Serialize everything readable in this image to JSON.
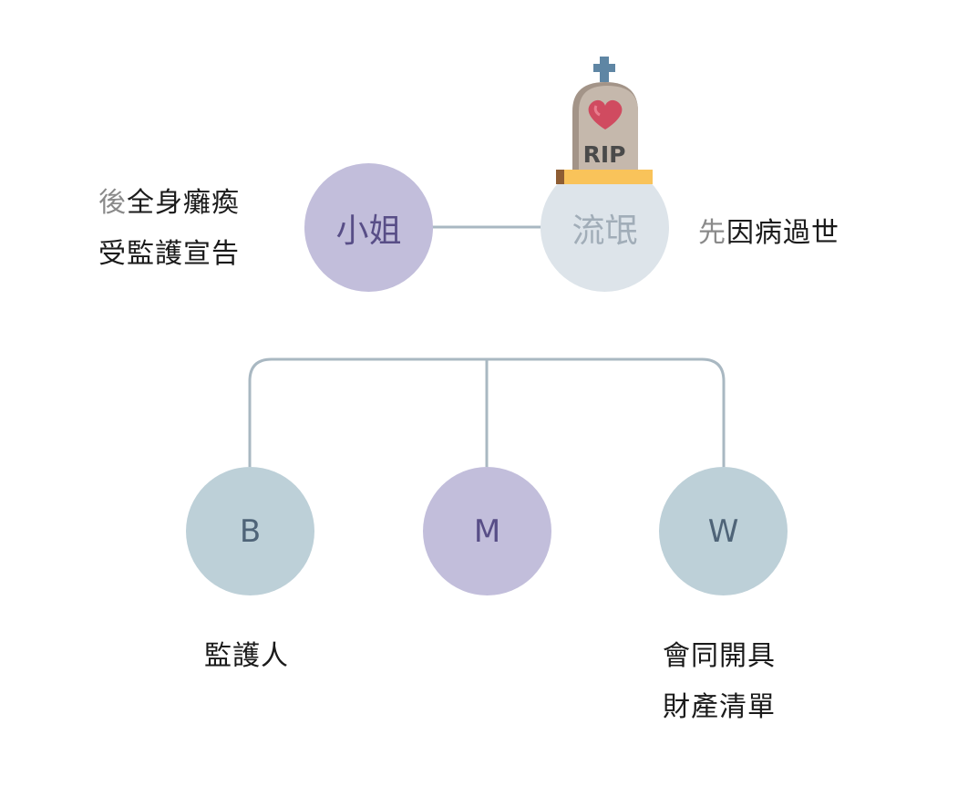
{
  "diagram": {
    "top_couple": {
      "left_person": {
        "label": "小姐"
      },
      "right_person": {
        "label": "流氓"
      }
    },
    "left_note": {
      "line1_lead": "後",
      "line1_rest": "全身癱瘓",
      "line2": "受監護宣告"
    },
    "right_note": {
      "lead": "先",
      "rest": "因病過世"
    },
    "tombstone": {
      "text": "RIP"
    },
    "children": [
      {
        "label": "B"
      },
      {
        "label": "M"
      },
      {
        "label": "W"
      }
    ],
    "guardian_note": "監護人",
    "inventory_note": {
      "line1": "會同開具",
      "line2": "財產清單"
    },
    "colors": {
      "connector": "#a9b8c2",
      "miss_node": "#c2bedb",
      "deceased_node": "#dde4ea",
      "child_node": "#bdd0d8",
      "purple_text": "#584e87",
      "slate_text": "#4f6478"
    }
  }
}
